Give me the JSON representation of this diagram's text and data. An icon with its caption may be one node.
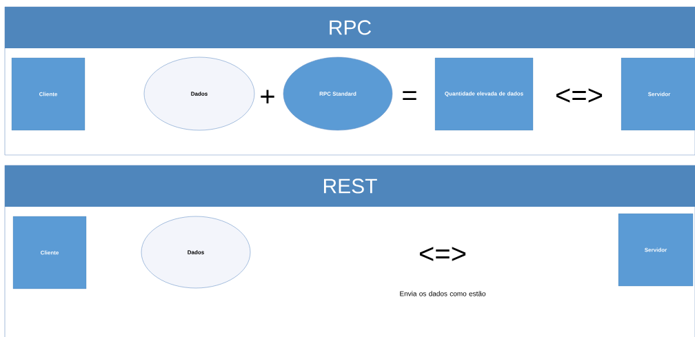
{
  "diagram": {
    "nodes": [
      {
        "text": [
          "RPC"
        ]
      },
      {
        "text": [
          "Cliente"
        ],
        "in": 0
      },
      {
        "text": [
          "Dados"
        ],
        "in": 0
      },
      {
        "text": [
          "RPC Standard"
        ],
        "in": 0
      },
      {
        "text": [
          "Quantidade elevada de dados"
        ],
        "in": 0
      },
      {
        "text": [
          "Servidor"
        ],
        "in": 0
      },
      {
        "text": [
          "REST"
        ]
      },
      {
        "text": [
          "Cliente"
        ],
        "in": 6
      },
      {
        "text": [
          "Dados"
        ],
        "in": 6
      },
      {
        "text": [
          "Servidor"
        ],
        "in": 6
      }
    ],
    "labels": [
      "+",
      "=",
      "<=>",
      "<=>",
      "Envia os dados como estão"
    ]
  }
}
